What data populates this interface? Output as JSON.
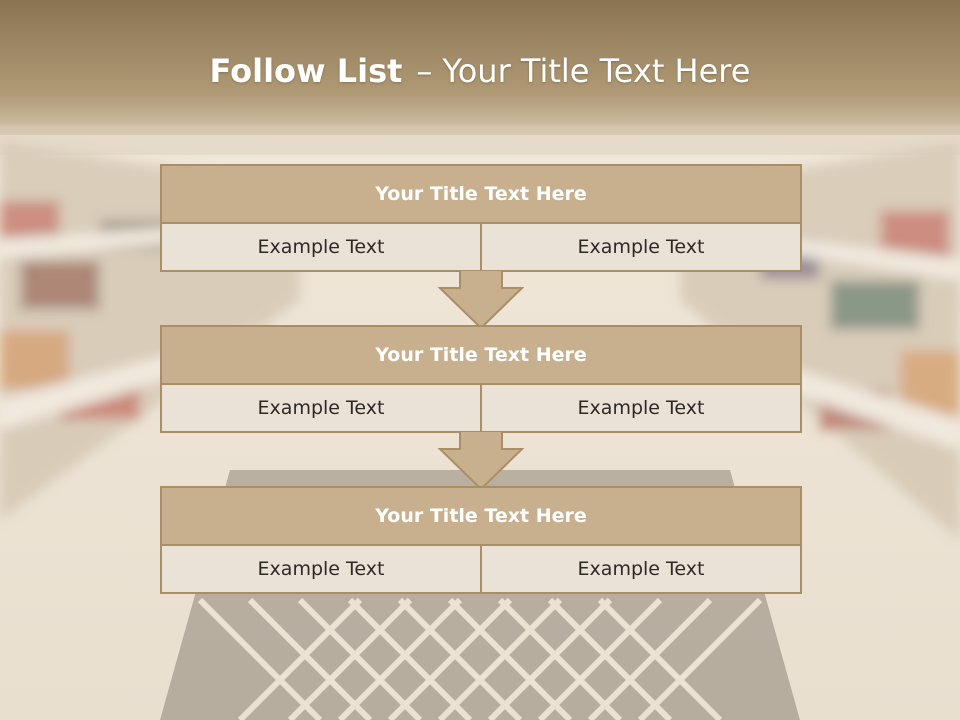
{
  "slide": {
    "title_bold": "Follow List",
    "title_dash": "–",
    "title_rest": "Your Title Text Here"
  },
  "blocks": [
    {
      "title": "Your Title Text Here",
      "left": "Example Text",
      "right": "Example Text"
    },
    {
      "title": "Your Title Text Here",
      "left": "Example Text",
      "right": "Example Text"
    },
    {
      "title": "Your Title Text Here",
      "left": "Example Text",
      "right": "Example Text"
    }
  ],
  "colors": {
    "header_fill": "#c8b08e",
    "border": "#a98f66",
    "cell_fill": "#ebe2d7",
    "arrow_fill": "#c8b08e"
  },
  "icons": [
    "down-arrow-icon",
    "down-arrow-icon"
  ]
}
